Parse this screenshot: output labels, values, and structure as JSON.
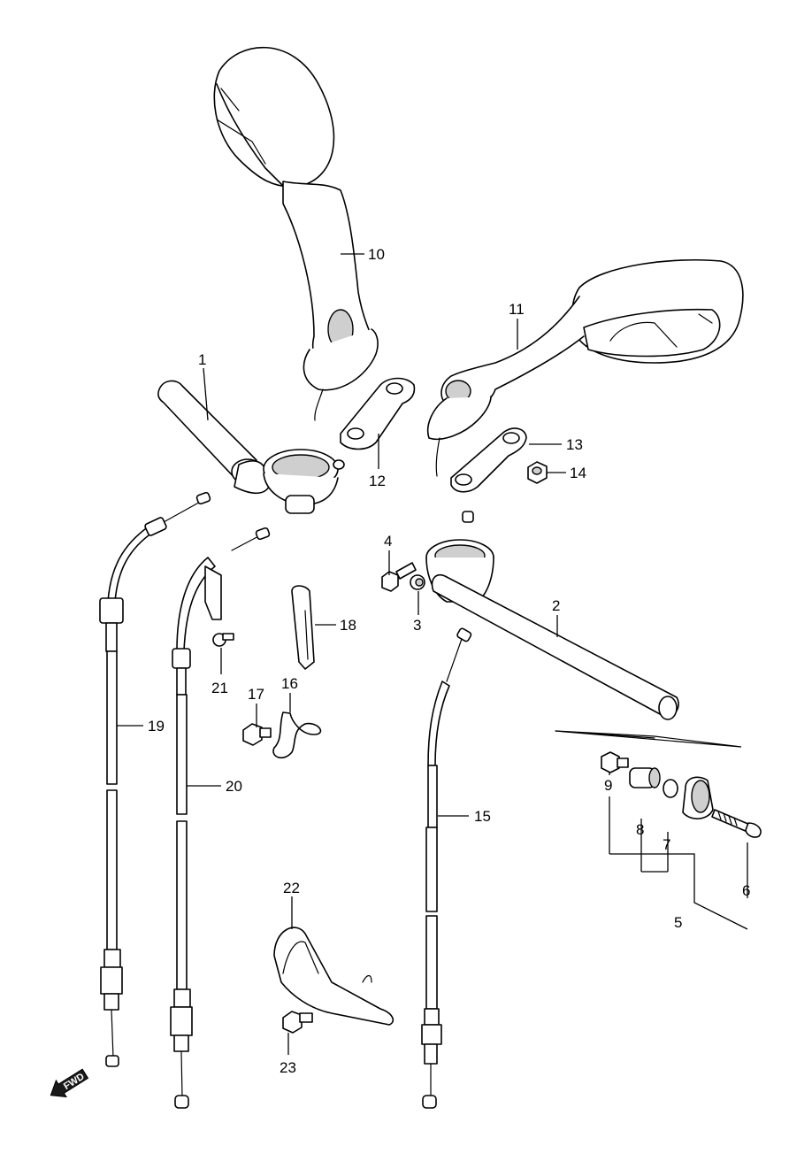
{
  "diagram": {
    "callouts": {
      "c1": "1",
      "c2": "2",
      "c3": "3",
      "c4": "4",
      "c5": "5",
      "c6": "6",
      "c7": "7",
      "c8": "8",
      "c9": "9",
      "c10": "10",
      "c11": "11",
      "c12": "12",
      "c13": "13",
      "c14": "14",
      "c15": "15",
      "c16": "16",
      "c17": "17",
      "c18": "18",
      "c19": "19",
      "c20": "20",
      "c21": "21",
      "c22": "22",
      "c23": "23"
    },
    "fwd_label": "FWD"
  }
}
